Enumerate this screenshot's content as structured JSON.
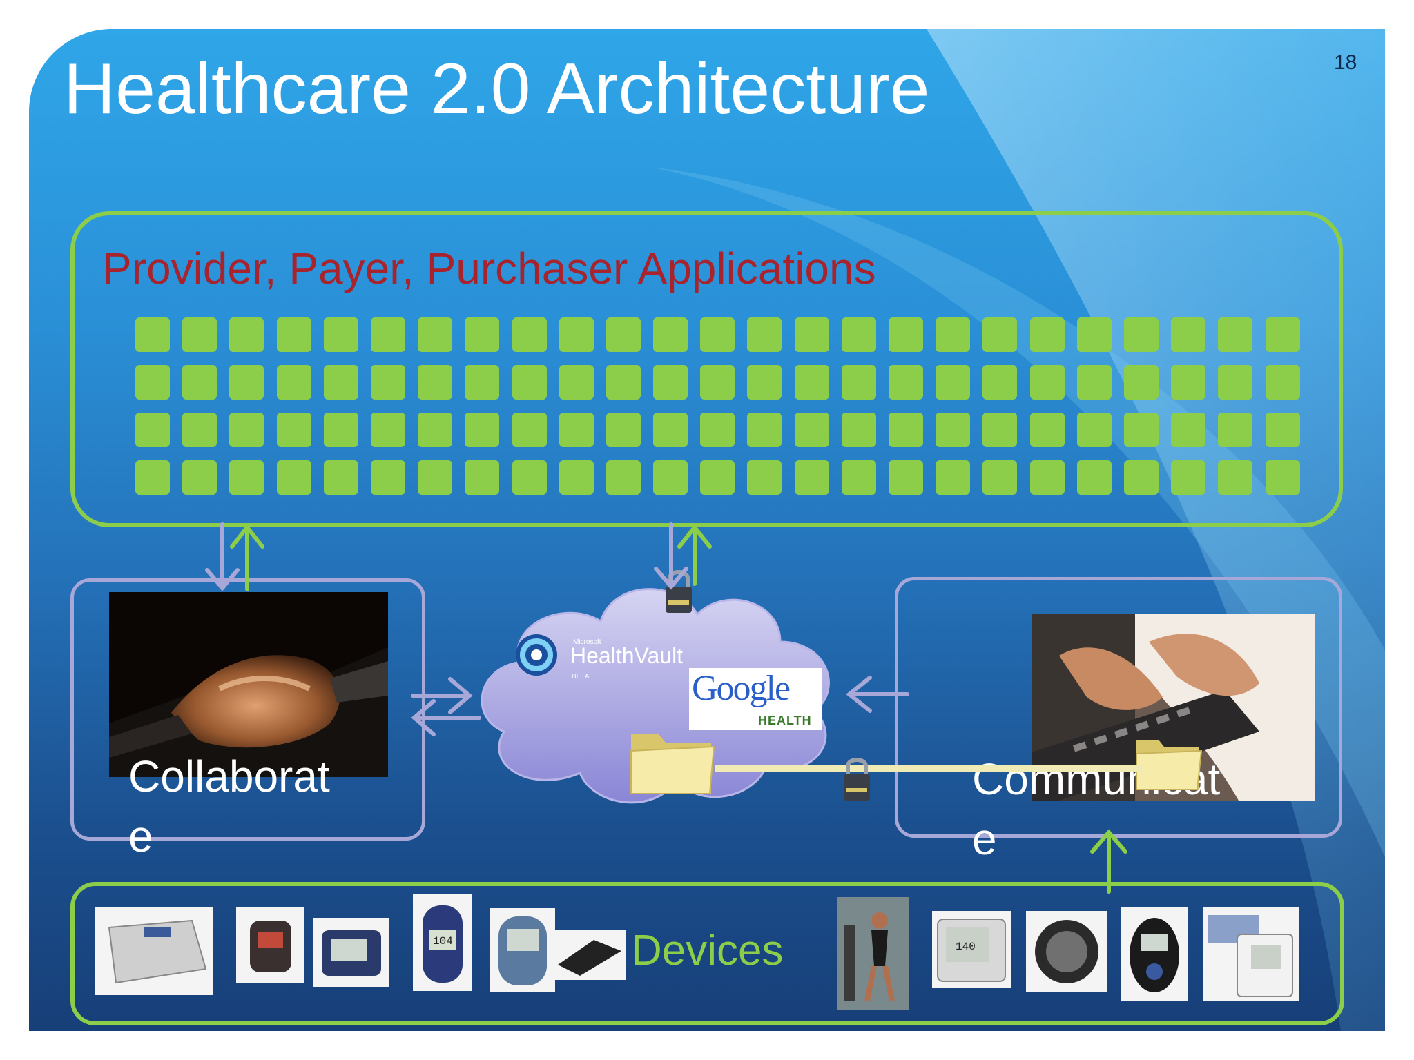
{
  "slide": {
    "title": "Healthcare 2.0 Architecture",
    "page_number": "18"
  },
  "applications": {
    "title": "Provider, Payer, Purchaser Applications",
    "grid_rows": 4,
    "grid_cols": 25
  },
  "nodes": {
    "collaborate_label": "Collaborate",
    "communicate_label": "Communicate",
    "devices_label": "Devices"
  },
  "cloud": {
    "healthvault_text": "HealthVault",
    "healthvault_small": "Microsoft",
    "healthvault_beta": "BETA",
    "google_logo": "Google",
    "google_health": "HEALTH"
  },
  "colors": {
    "accent_green": "#8ccd4a",
    "box_lavender": "#a8a8d8",
    "apps_title_red": "#a8232b",
    "title_white": "#ffffff"
  },
  "icons": [
    "handshake-photo",
    "typing-photo",
    "folder-icon",
    "padlock-icon",
    "cloud",
    "arrow-icon"
  ]
}
